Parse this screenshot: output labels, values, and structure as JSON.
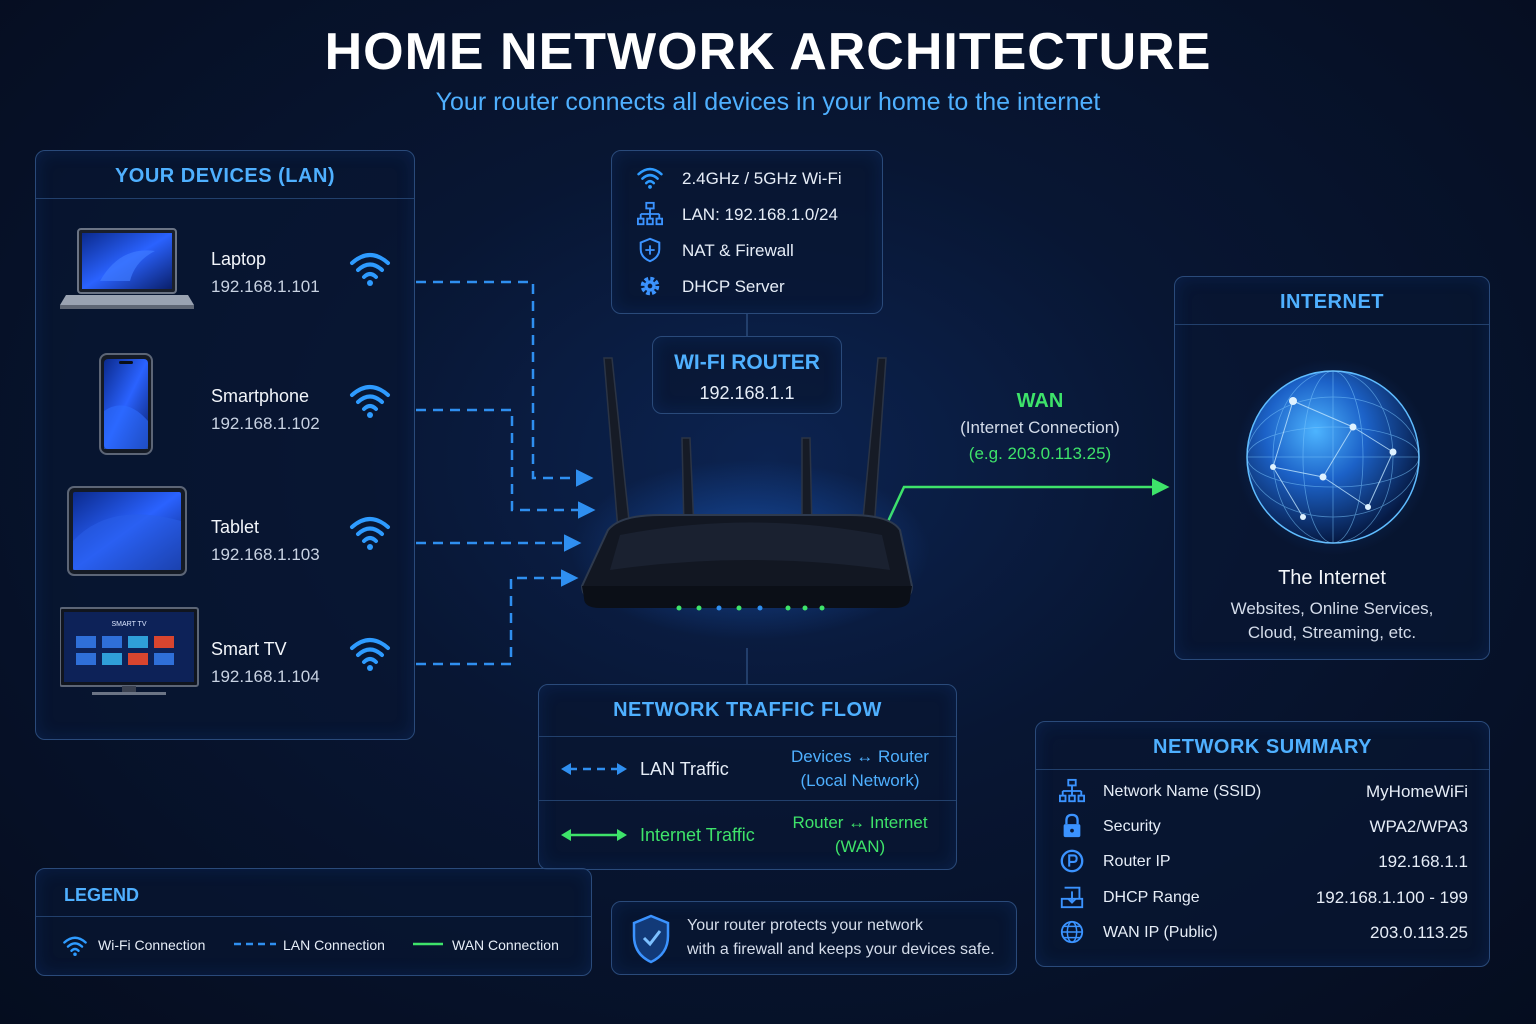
{
  "title": "HOME NETWORK ARCHITECTURE",
  "subtitle": "Your router connects all devices in your home to the internet",
  "colors": {
    "accent": "#4fb0ff",
    "wan": "#3ee36a",
    "lan": "#2f8ff0",
    "background": "#071430"
  },
  "devices_panel": {
    "heading": "YOUR DEVICES (LAN)",
    "devices": [
      {
        "name": "Laptop",
        "ip": "192.168.1.101",
        "icon": "laptop-icon"
      },
      {
        "name": "Smartphone",
        "ip": "192.168.1.102",
        "icon": "smartphone-icon"
      },
      {
        "name": "Tablet",
        "ip": "192.168.1.103",
        "icon": "tablet-icon"
      },
      {
        "name": "Smart TV",
        "ip": "192.168.1.104",
        "icon": "smart-tv-icon",
        "screen_text": "SMART TV"
      }
    ]
  },
  "router_features": [
    {
      "label": "2.4GHz / 5GHz Wi-Fi",
      "icon": "wifi-icon"
    },
    {
      "label": "LAN: 192.168.1.0/24",
      "icon": "network-icon"
    },
    {
      "label": "NAT & Firewall",
      "icon": "shield-icon"
    },
    {
      "label": "DHCP Server",
      "icon": "gear-icon"
    }
  ],
  "router": {
    "title": "WI-FI ROUTER",
    "ip": "192.168.1.1"
  },
  "wan": {
    "title": "WAN",
    "subtitle": "(Internet Connection)",
    "ip": "(e.g. 203.0.113.25)"
  },
  "internet": {
    "heading": "INTERNET",
    "name": "The Internet",
    "desc_line1": "Websites, Online Services,",
    "desc_line2": "Cloud, Streaming, etc."
  },
  "traffic_flow": {
    "heading": "NETWORK TRAFFIC FLOW",
    "rows": [
      {
        "label": "LAN Traffic",
        "desc_line1": "Devices ↔ Router",
        "desc_line2": "(Local Network)"
      },
      {
        "label": "Internet Traffic",
        "desc_line1": "Router ↔ Internet",
        "desc_line2": "(WAN)"
      }
    ]
  },
  "legend": {
    "heading": "LEGEND",
    "items": [
      {
        "label": "Wi-Fi Connection"
      },
      {
        "label": "LAN Connection"
      },
      {
        "label": "WAN Connection"
      }
    ]
  },
  "security_note": {
    "line1": "Your router protects your network",
    "line2": "with a firewall and keeps your devices safe."
  },
  "summary": {
    "heading": "NETWORK SUMMARY",
    "rows": [
      {
        "label": "Network Name (SSID)",
        "value": "MyHomeWiFi",
        "icon": "network-icon"
      },
      {
        "label": "Security",
        "value": "WPA2/WPA3",
        "icon": "lock-icon"
      },
      {
        "label": "Router IP",
        "value": "192.168.1.1",
        "icon": "ip-icon"
      },
      {
        "label": "DHCP Range",
        "value": "192.168.1.100 - 199",
        "icon": "dhcp-icon"
      },
      {
        "label": "WAN IP (Public)",
        "value": "203.0.113.25",
        "icon": "globe-icon"
      }
    ]
  }
}
